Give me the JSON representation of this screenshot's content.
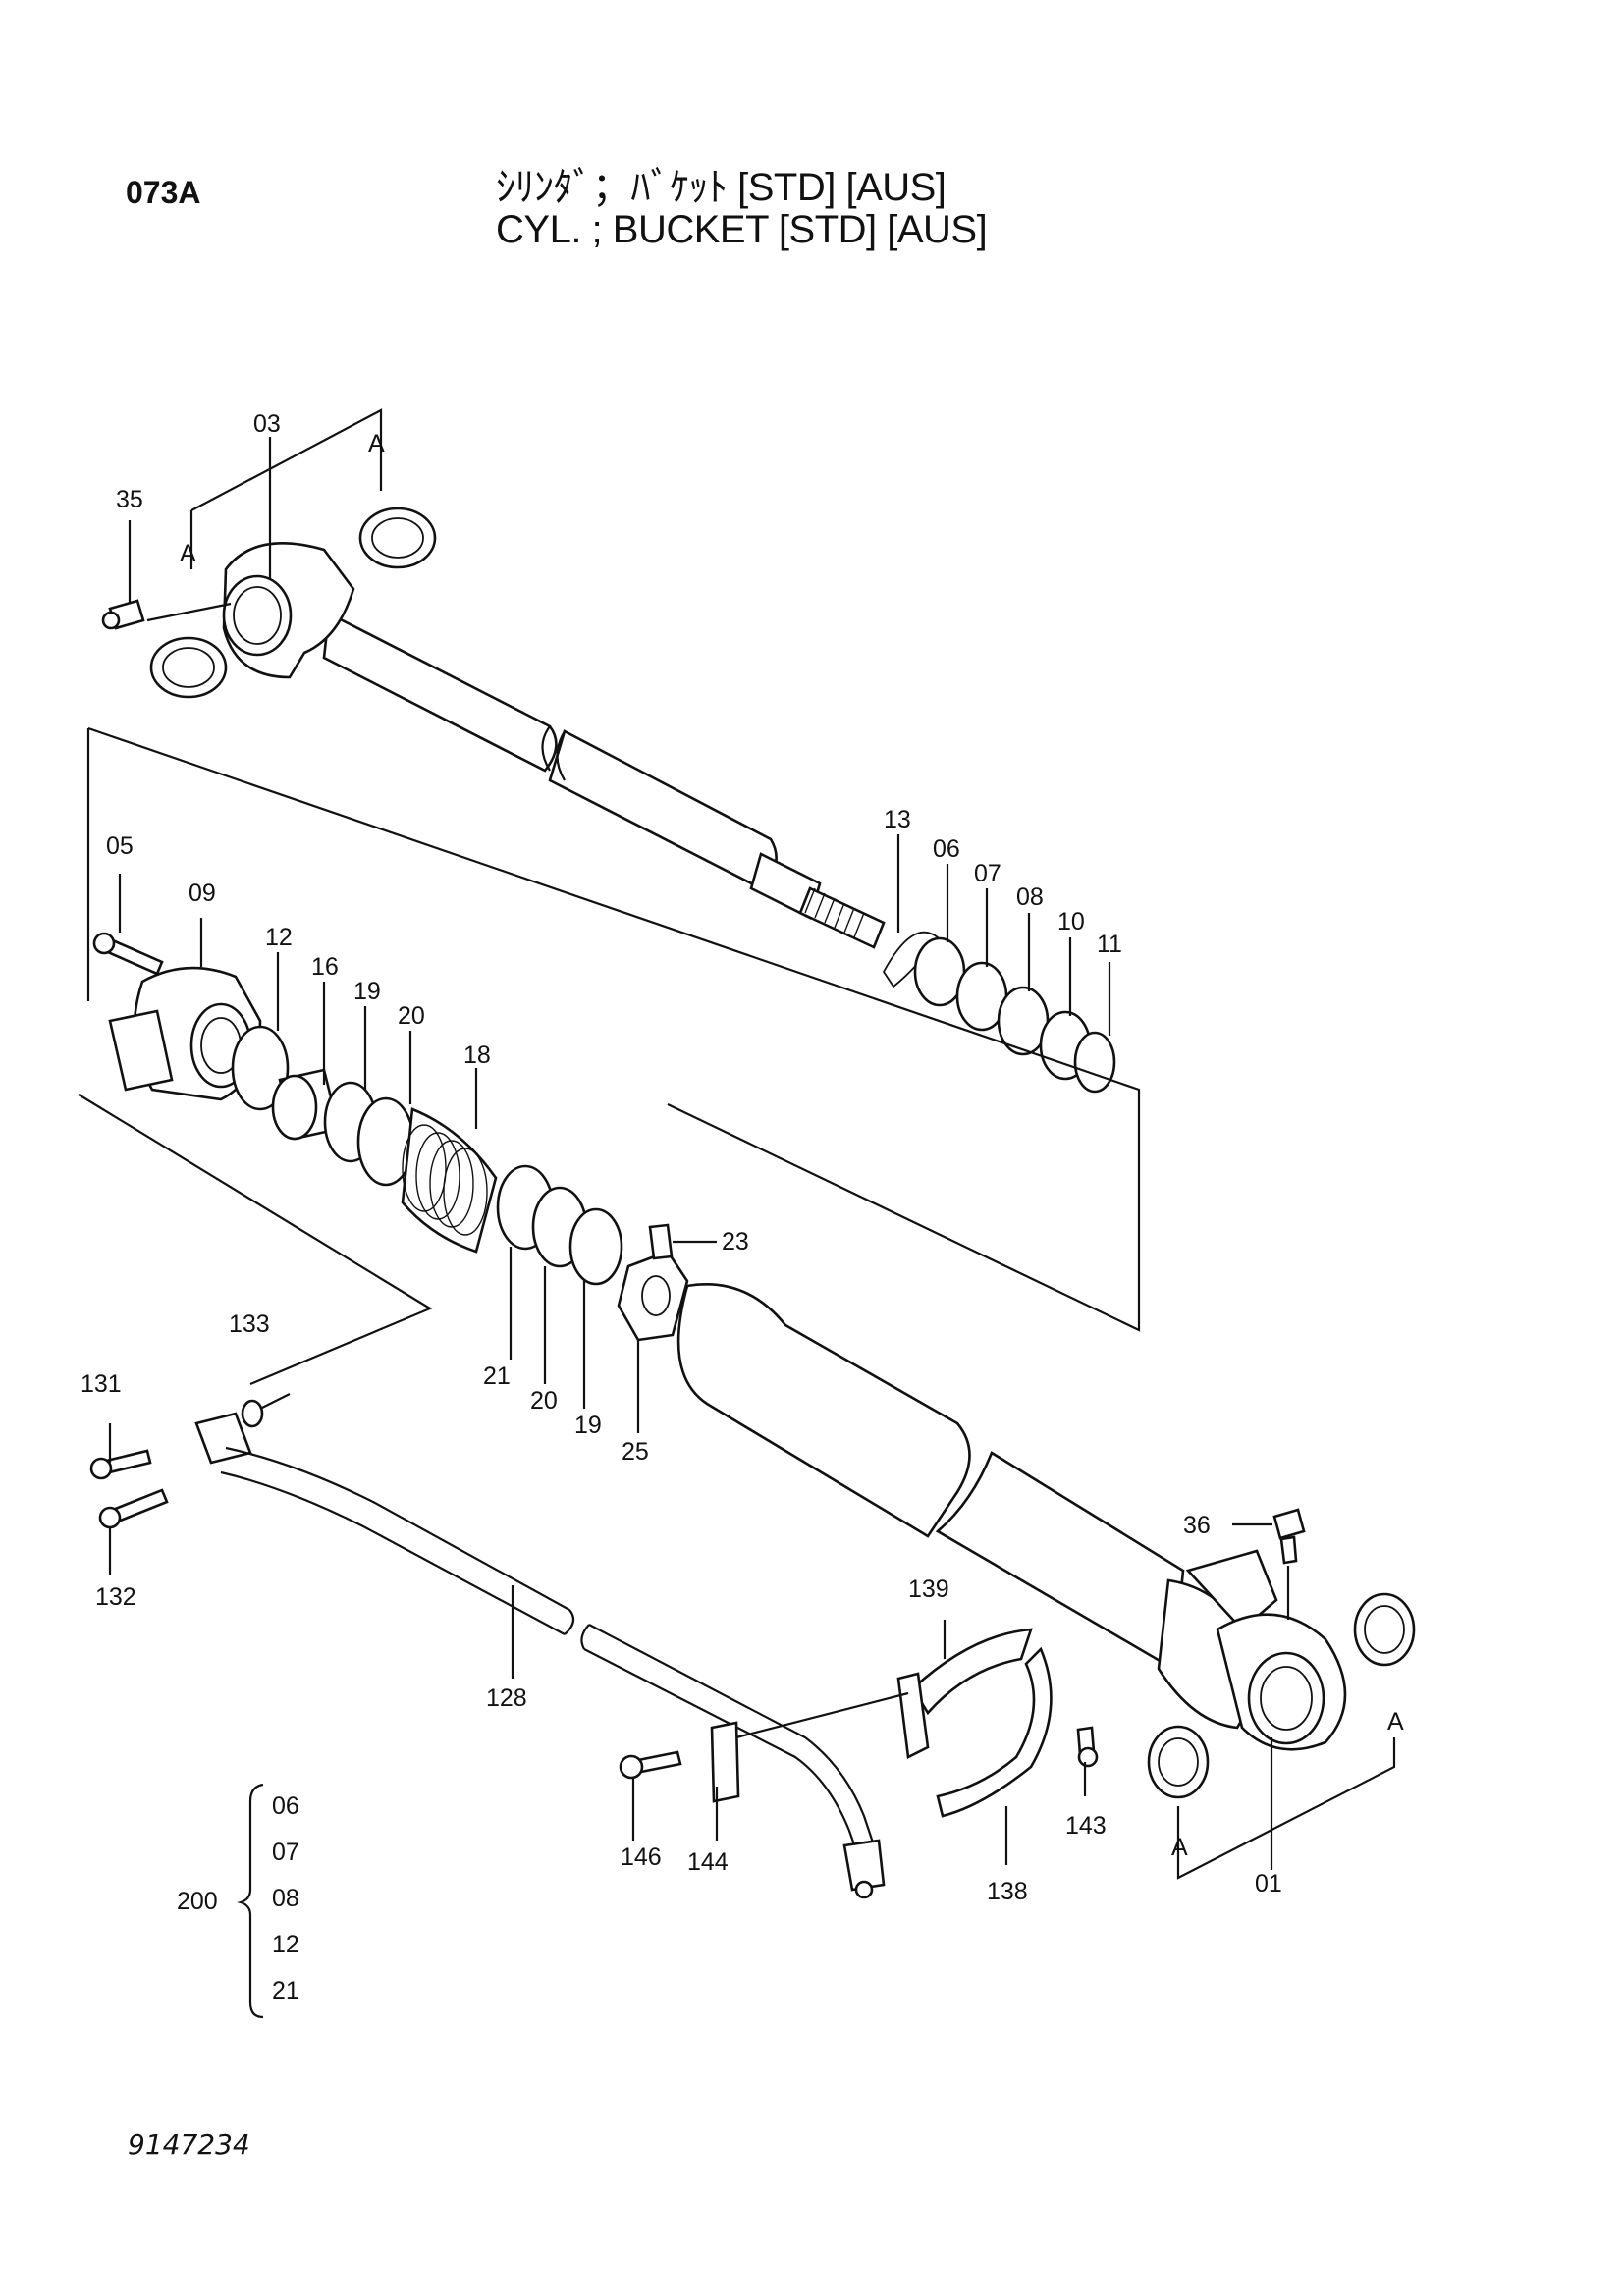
{
  "page_code": "073A",
  "title": {
    "japanese": "ｼﾘﾝﾀﾞ；ﾊﾞｹｯﾄ [STD]  [AUS]",
    "english": "CYL. ; BUCKET [STD]  [AUS]"
  },
  "part_labels": {
    "p01": "01",
    "p03": "03",
    "p05": "05",
    "p06": "06",
    "p07": "07",
    "p08": "08",
    "p09": "09",
    "p10": "10",
    "p11": "11",
    "p12": "12",
    "p13": "13",
    "p16": "16",
    "p18": "18",
    "p19a": "19",
    "p19b": "19",
    "p20a": "20",
    "p20b": "20",
    "p21": "21",
    "p23": "23",
    "p25": "25",
    "p35": "35",
    "p36": "36",
    "p128": "128",
    "p131": "131",
    "p132": "132",
    "p133": "133",
    "p138": "138",
    "p139": "139",
    "p143": "143",
    "p144": "144",
    "p146": "146",
    "refA1": "A",
    "refA2": "A",
    "refA3": "A",
    "refA4": "A"
  },
  "kit": {
    "number": "200",
    "items": [
      "06",
      "07",
      "08",
      "12",
      "21"
    ]
  },
  "footer_code": "9147234"
}
